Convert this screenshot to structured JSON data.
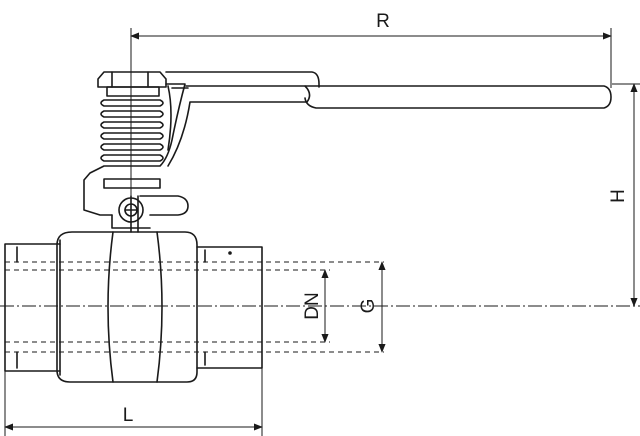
{
  "dimensions": {
    "R": "R",
    "H": "H",
    "L": "L",
    "DN": "DN",
    "G": "G"
  }
}
